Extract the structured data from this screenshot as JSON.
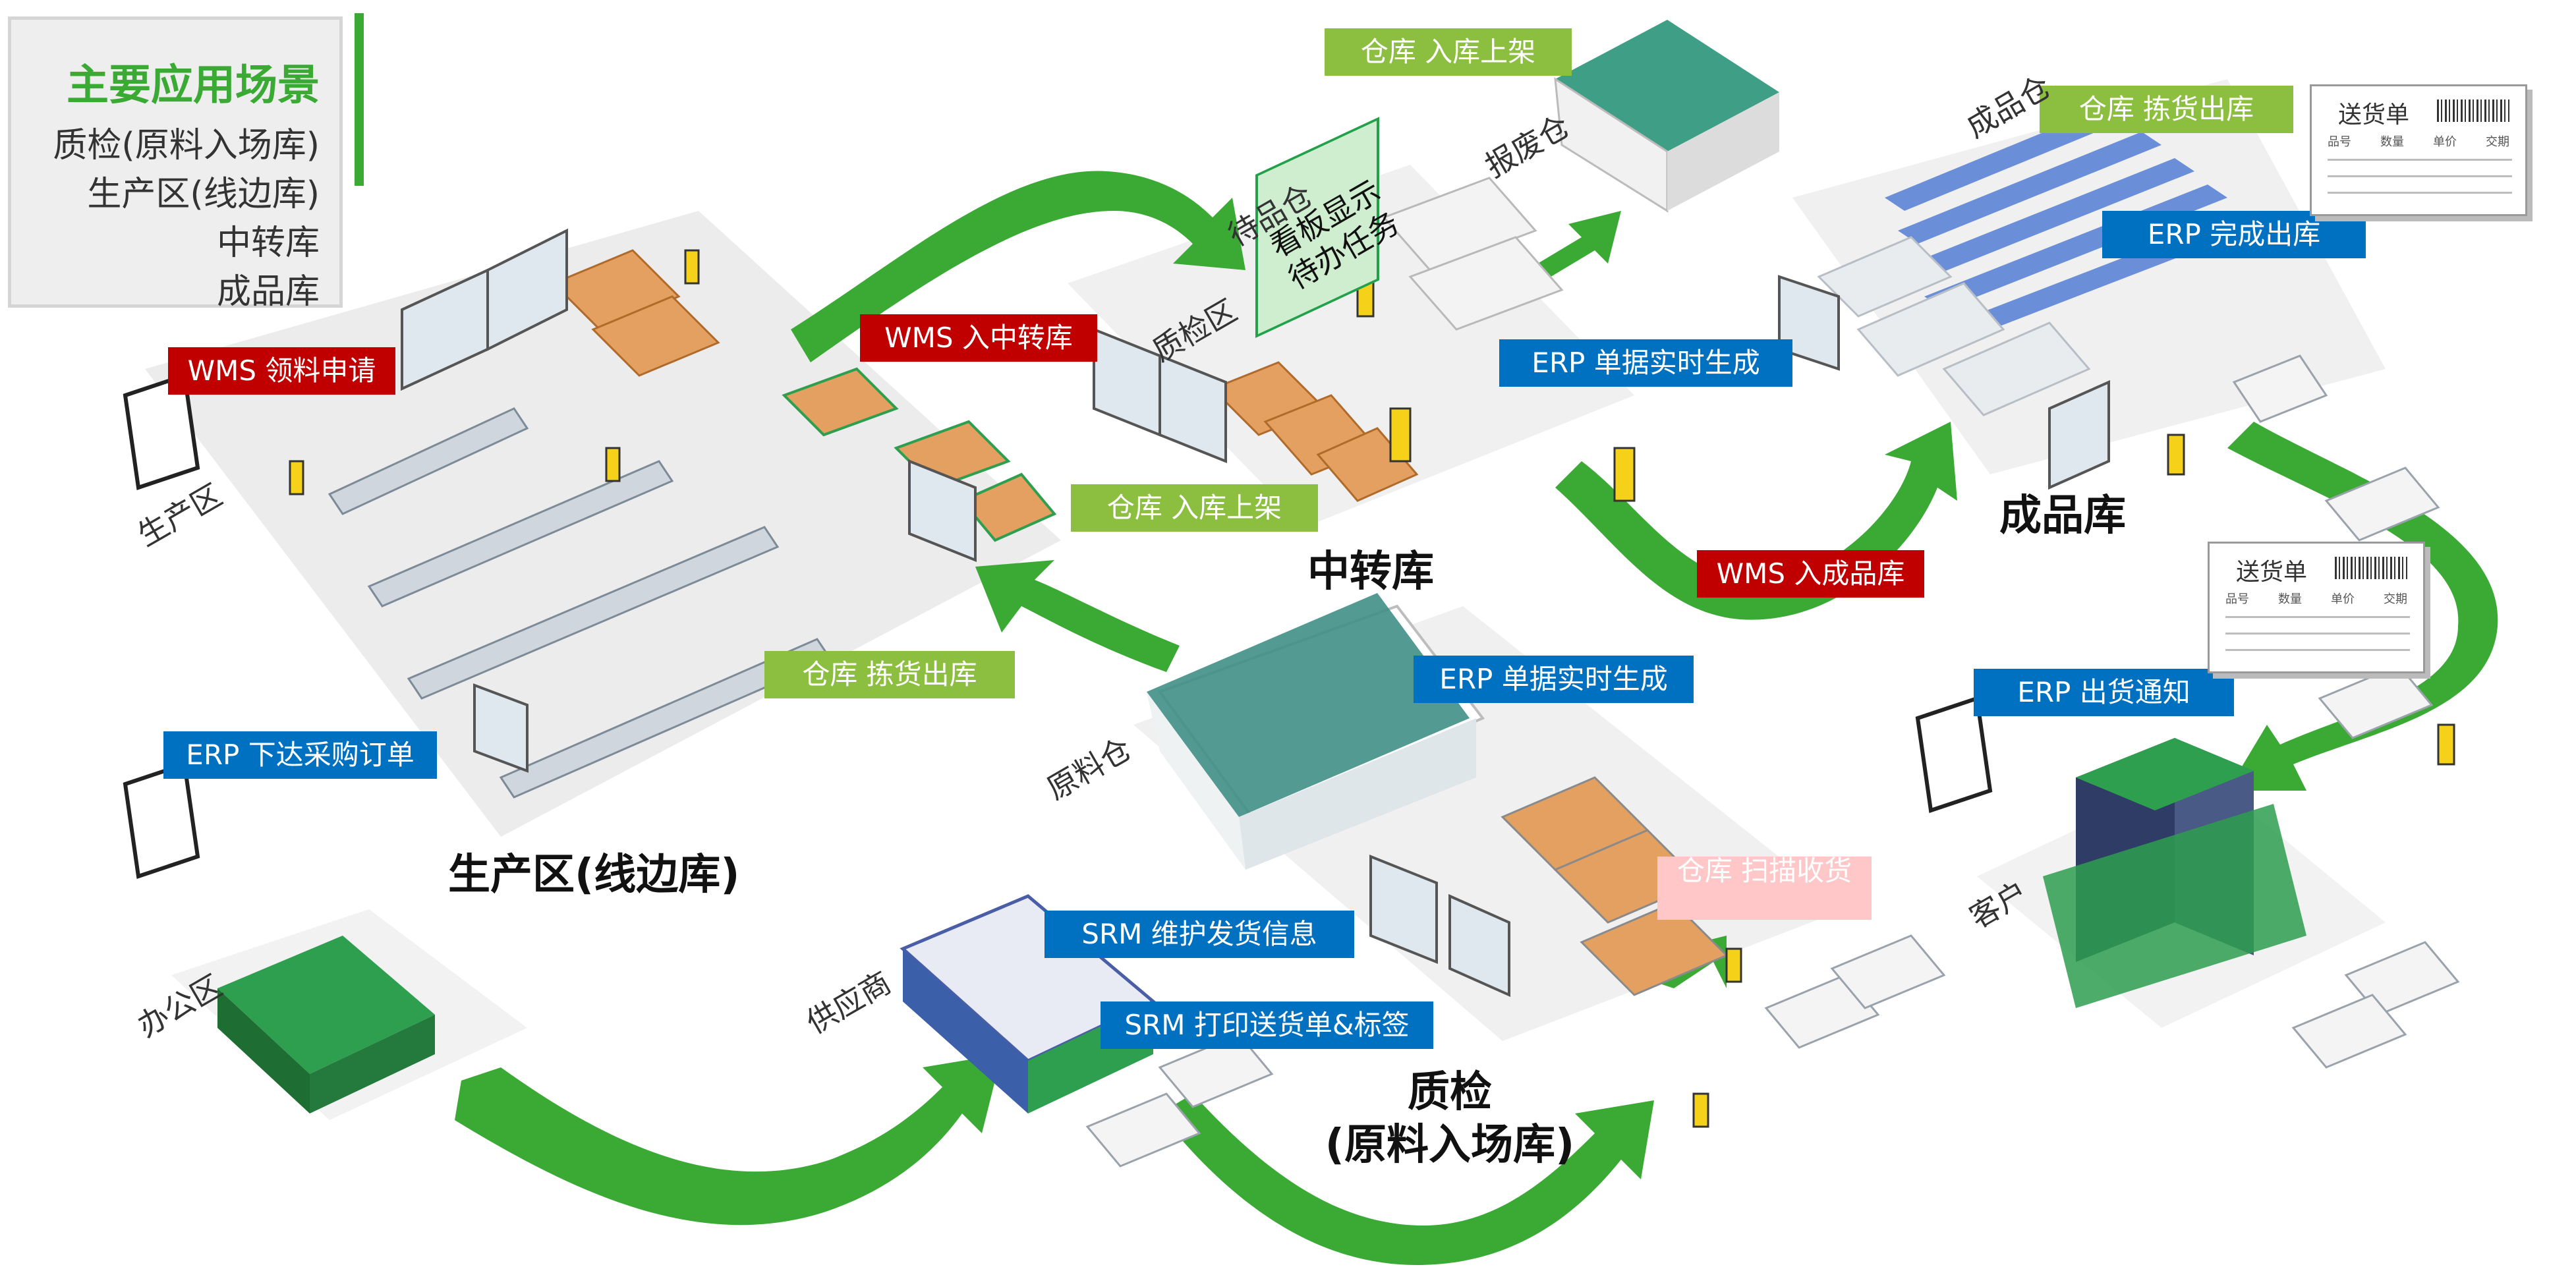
{
  "legend": {
    "title": "主要应用场景",
    "items": [
      "质检(原料入场库)",
      "生产区(线边库)",
      "中转库",
      "成品库"
    ]
  },
  "zones": {
    "production": "生产区(线边库)",
    "transfer": "中转库",
    "finished": "成品库",
    "qc_line1": "质检",
    "qc_line2": "(原料入场库)"
  },
  "areas": {
    "production": "生产区",
    "office": "办公区",
    "supplier": "供应商",
    "raw": "原料仓",
    "qc": "质检区",
    "pending": "待品仓",
    "scrap": "报废仓",
    "finished": "成品仓",
    "customer": "客户"
  },
  "tags": {
    "wms_requisition": "WMS 领料申请",
    "erp_purchase": "ERP 下达采购订单",
    "wms_transfer": "WMS 入中转库",
    "wh_putaway_top": "仓库 入库上架",
    "wh_putaway_mid": "仓库 入库上架",
    "erp_realtime_1": "ERP 单据实时生成",
    "erp_realtime_2": "ERP 单据实时生成",
    "wh_picking_finished": "仓库 拣货出库",
    "erp_complete_out": "ERP 完成出库",
    "wms_finished": "WMS 入成品库",
    "erp_shipping": "ERP 出货通知",
    "wh_picking_prod": "仓库 拣货出库",
    "srm_shipping_info": "SRM 维护发货信息",
    "srm_print": "SRM 打印送货单&标签",
    "wh_scan_receive": "仓库 扫描收货"
  },
  "kanban": {
    "text": "看板显示待办任务"
  },
  "delivery_note": {
    "title": "送货单",
    "columns_top": [
      "品号",
      "数量",
      "单价",
      "交期"
    ],
    "columns_bottom": [
      "品号",
      "数量",
      "单价",
      "交期"
    ]
  },
  "colors": {
    "arrow": "#3aaa35",
    "red": "#c00000",
    "blue": "#0070c0",
    "green": "#8cbf3f",
    "building": "#2e9e4f",
    "platform": "#ececec"
  }
}
